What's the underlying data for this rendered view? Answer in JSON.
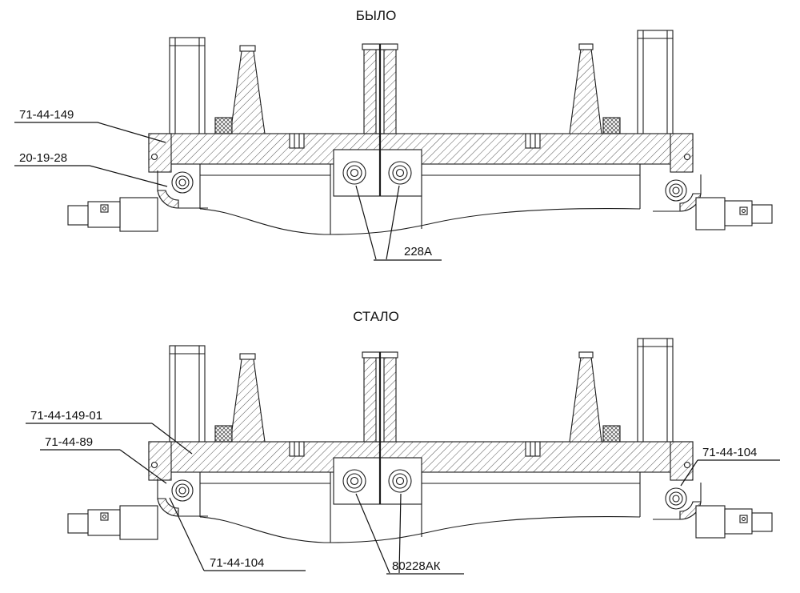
{
  "page": {
    "background_color": "#ffffff",
    "line_color": "#1a1a1a"
  },
  "diagram_before": {
    "title": "БЫЛО",
    "callouts": {
      "beam_clamp": "71-44-149",
      "left_bearing": "20-19-28",
      "center_bearings": "228А"
    }
  },
  "diagram_after": {
    "title": "СТАЛО",
    "callouts": {
      "beam_clamp": "71-44-149-01",
      "left_seal": "71-44-89",
      "right_bearing": "71-44-104",
      "left_bearing": "71-44-104",
      "center_bearings": "80228АК"
    }
  }
}
